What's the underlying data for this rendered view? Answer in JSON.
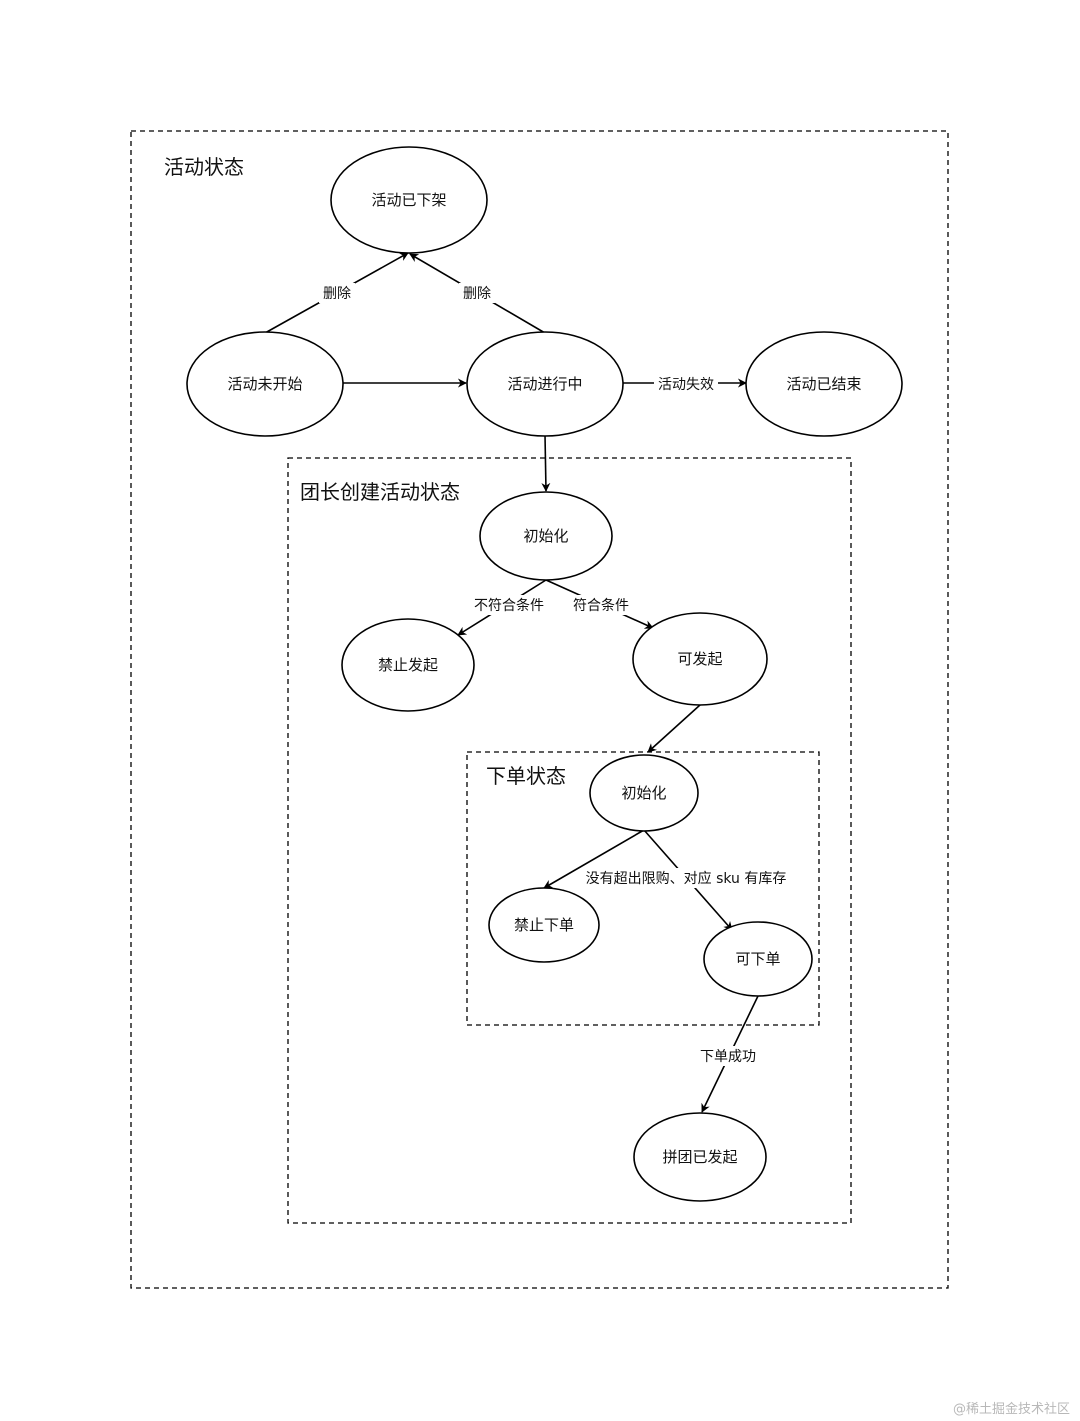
{
  "groups": {
    "activity": {
      "title": "活动状态"
    },
    "leader": {
      "title": "团长创建活动状态"
    },
    "order": {
      "title": "下单状态"
    }
  },
  "nodes": {
    "delisted": "活动已下架",
    "not_started": "活动未开始",
    "in_progress": "活动进行中",
    "ended": "活动已结束",
    "init_1": "初始化",
    "forbid_launch": "禁止发起",
    "can_launch": "可发起",
    "init_2": "初始化",
    "forbid_order": "禁止下单",
    "can_order": "可下单",
    "group_launched": "拼团已发起"
  },
  "edges": {
    "delete_1": "删除",
    "delete_2": "删除",
    "invalid": "活动失效",
    "not_meet": "不符合条件",
    "meet": "符合条件",
    "no_exceed": "没有超出限购、对应 sku 有库存",
    "order_success": "下单成功"
  },
  "watermark": "@稀土掘金技术社区"
}
